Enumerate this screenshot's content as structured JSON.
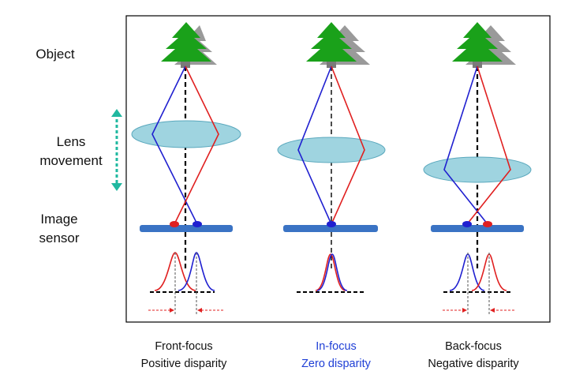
{
  "labels": {
    "object": "Object",
    "lens_line1": "Lens",
    "lens_line2": "movement",
    "image_line1": "Image",
    "image_line2": "sensor"
  },
  "captions": [
    {
      "line1": "Front-focus",
      "line2": "Positive disparity",
      "color": "#111111"
    },
    {
      "line1": "In-focus",
      "line2": "Zero disparity",
      "color": "#1f3fd6"
    },
    {
      "line1": "Back-focus",
      "line2": "Negative disparity",
      "color": "#111111"
    }
  ],
  "colors": {
    "tree": "#1aa11a",
    "tree_shadow": "#9a9a9a",
    "lens_fill": "#9fd4e0",
    "lens_stroke": "#5aa8bd",
    "sensor": "#3a73c4",
    "red_ray": "#e02020",
    "blue_ray": "#2020d0",
    "arrow": "#20b8a0",
    "frame": "#000000"
  }
}
